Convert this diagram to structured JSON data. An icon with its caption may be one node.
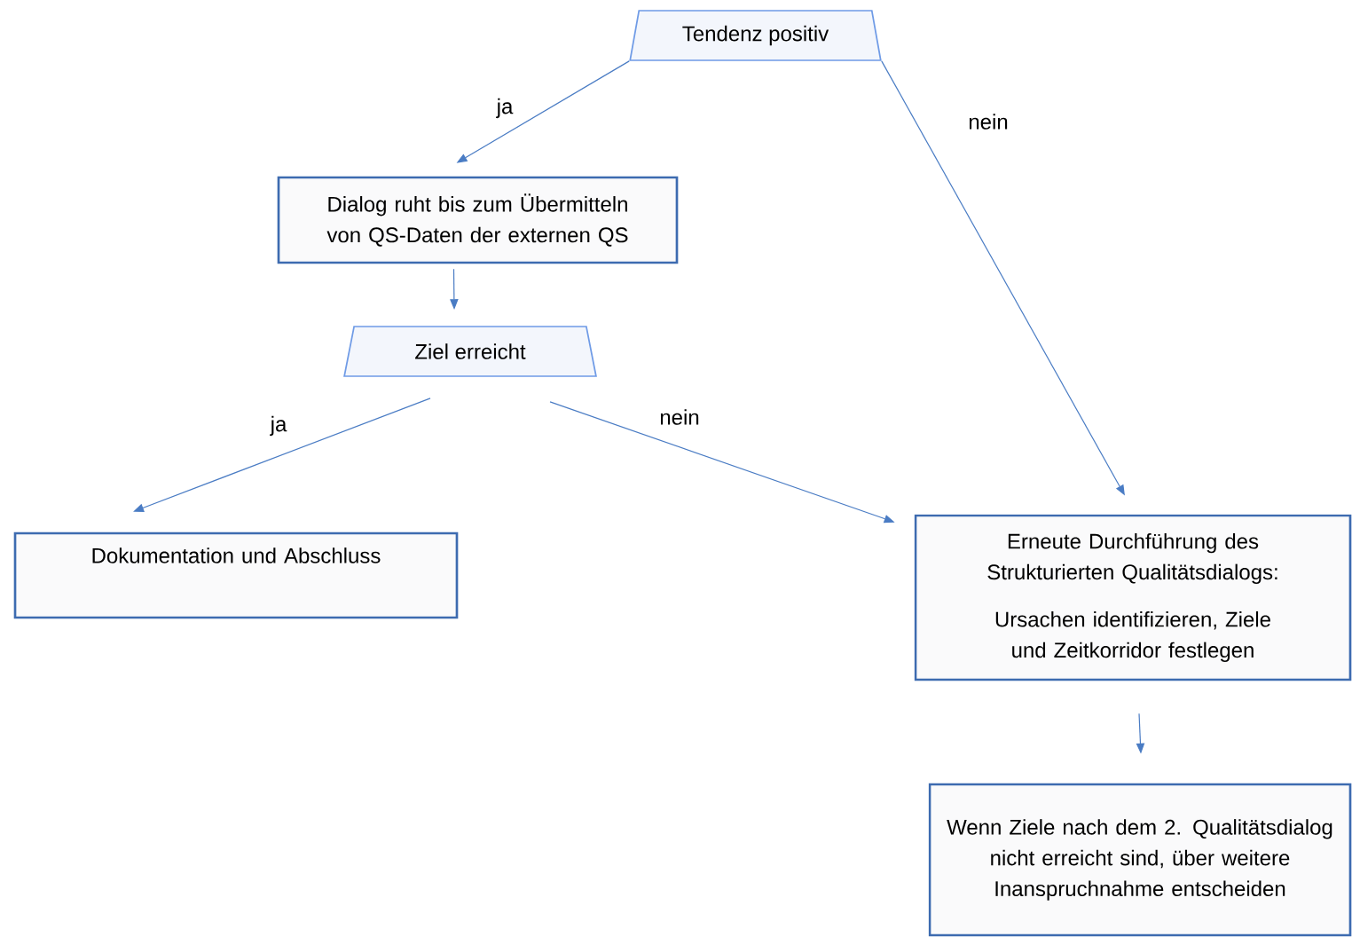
{
  "diagram": {
    "nodes": [
      {
        "text": [
          "Tendenz positiv"
        ]
      },
      {
        "text": [
          "Dialog ruht bis zum Übermitteln von QS-Daten der externen QS"
        ]
      },
      {
        "text": [
          "Ziel erreicht"
        ]
      },
      {
        "text": [
          "Dokumentation und Abschluss"
        ]
      },
      {
        "text": [
          "Erneute Durchführung des Strukturierten Qualitätsdialogs:",
          "Ursachen identifizieren, Ziele und Zeitkorridor festlegen"
        ]
      },
      {
        "text": [
          "Wenn Ziele nach dem 2. Qualitätsdialog nicht erreicht sind, über weitere Inanspruchnahme entscheiden"
        ]
      }
    ],
    "edges": [
      {
        "from": 0,
        "to": 1,
        "arrow": "to",
        "label": "ja"
      },
      {
        "from": 0,
        "to": 4,
        "arrow": "to",
        "label": "nein"
      },
      {
        "from": 1,
        "to": 2,
        "arrow": "to"
      },
      {
        "from": 2,
        "to": 3,
        "arrow": "to",
        "label": "ja"
      },
      {
        "from": 2,
        "to": 4,
        "arrow": "to",
        "label": "nein"
      },
      {
        "from": 4,
        "to": 5,
        "arrow": "to"
      }
    ]
  }
}
